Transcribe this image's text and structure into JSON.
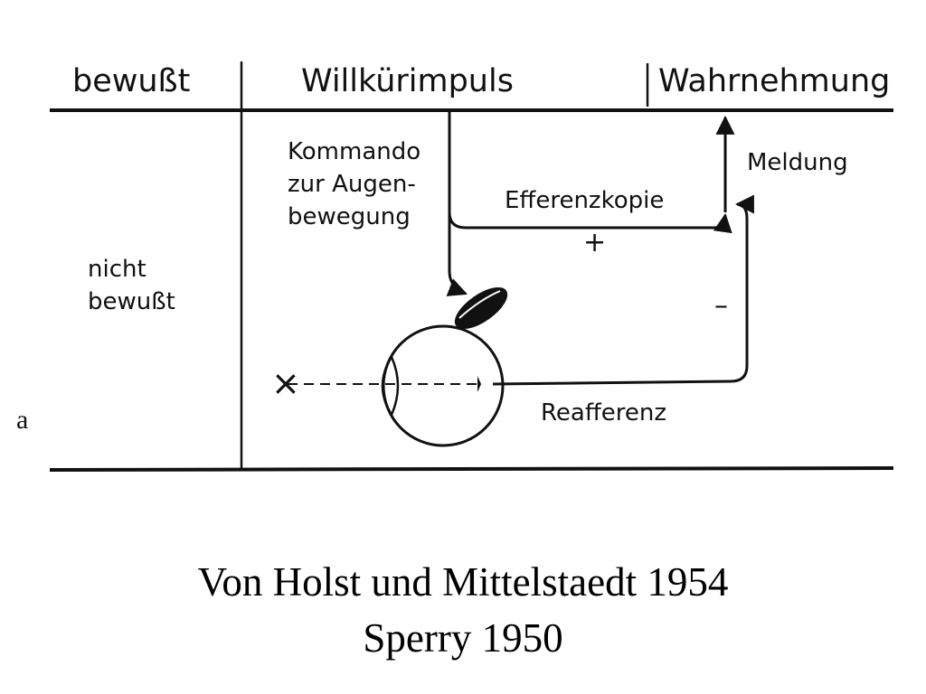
{
  "headers": {
    "bewusst": "bewußt",
    "willkurimpuls": "Willkürimpuls",
    "wahrnehmung": "Wahrnehmung"
  },
  "side_label": [
    "nicht",
    "bewußt"
  ],
  "labels": {
    "kommando": [
      "Kommando",
      "zur Augen-",
      "bewegung"
    ],
    "efferenzkopie": "Efferenzkopie",
    "plus": "+",
    "minus": "–",
    "meldung": "Meldung",
    "reafferenz": "Reafferenz",
    "target_mark": "×"
  },
  "panel_letter": "a",
  "caption": {
    "line1": "Von Holst und Mittelstaedt 1954",
    "line2": "Sperry 1950"
  }
}
